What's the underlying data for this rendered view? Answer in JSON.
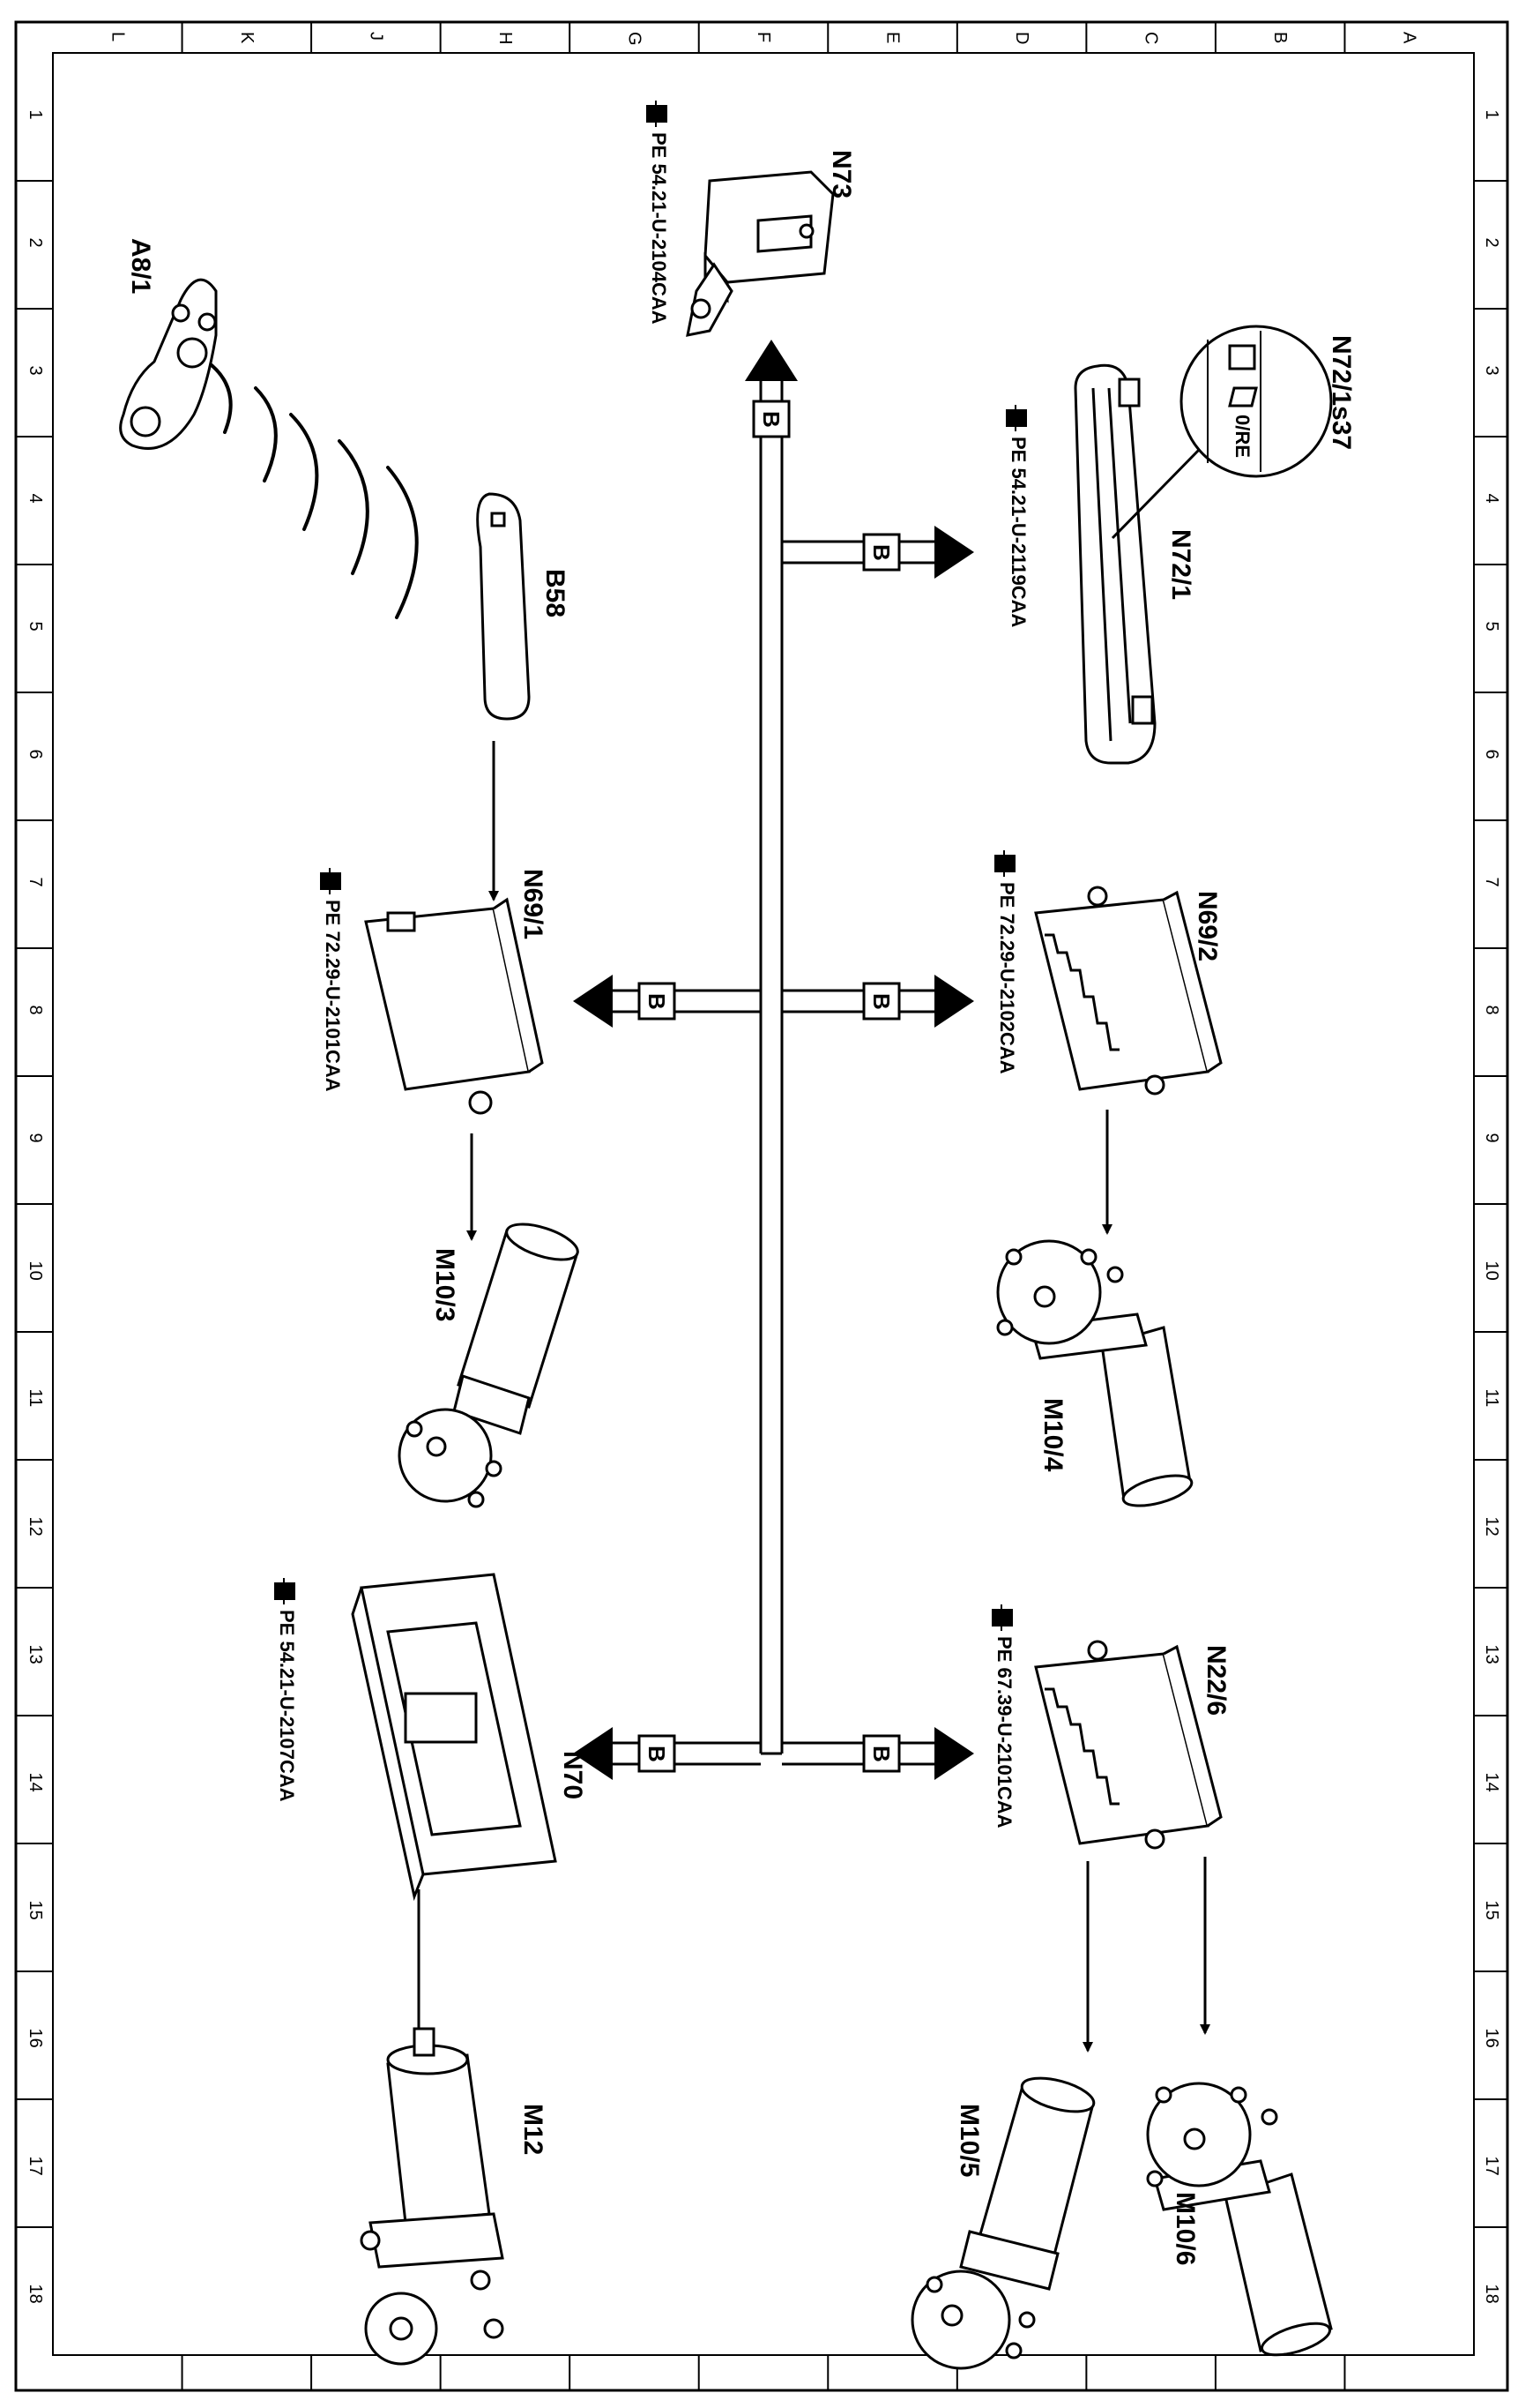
{
  "zones": {
    "columns": [
      "L",
      "K",
      "J",
      "H",
      "G",
      "F",
      "E",
      "D",
      "C",
      "B",
      "A"
    ],
    "rows": [
      "1",
      "2",
      "3",
      "4",
      "5",
      "6",
      "7",
      "8",
      "9",
      "10",
      "11",
      "12",
      "13",
      "14",
      "15",
      "16",
      "17",
      "18"
    ]
  },
  "bus": {
    "label": "B"
  },
  "components": [
    {
      "id": "A8/1",
      "label": "A8/1",
      "icon": "remote-key-icon",
      "ref": ""
    },
    {
      "id": "B58",
      "label": "B58",
      "icon": "door-handle-sensor-icon",
      "ref": ""
    },
    {
      "id": "N73",
      "label": "N73",
      "icon": "ignition-switch-icon",
      "ref": "PE 54.21-U-2104CAA"
    },
    {
      "id": "N72/1",
      "label": "N72/1",
      "icon": "control-panel-icon",
      "ref": "PE 54.21-U-2119CAA"
    },
    {
      "id": "N72/1s37",
      "label": "N72/1s37",
      "icon": "switch-callout-icon",
      "ref": "",
      "switch_text": "0/RE"
    },
    {
      "id": "N69/1",
      "label": "N69/1",
      "icon": "control-module-icon",
      "ref": "PE 72.29-U-2101CAA"
    },
    {
      "id": "N69/2",
      "label": "N69/2",
      "icon": "control-module-icon",
      "ref": "PE 72.29-U-2102CAA"
    },
    {
      "id": "M10/3",
      "label": "M10/3",
      "icon": "motor-icon",
      "ref": ""
    },
    {
      "id": "M10/4",
      "label": "M10/4",
      "icon": "motor-icon",
      "ref": ""
    },
    {
      "id": "N70",
      "label": "N70",
      "icon": "overhead-control-panel-icon",
      "ref": "PE 54.21-U-2107CAA"
    },
    {
      "id": "N22/6",
      "label": "N22/6",
      "icon": "control-module-icon",
      "ref": "PE 67.39-U-2101CAA"
    },
    {
      "id": "M12",
      "label": "M12",
      "icon": "motor-icon",
      "ref": ""
    },
    {
      "id": "M10/5",
      "label": "M10/5",
      "icon": "motor-icon",
      "ref": ""
    },
    {
      "id": "M10/6",
      "label": "M10/6",
      "icon": "motor-icon",
      "ref": ""
    }
  ],
  "reference_icon": "pointing-hand-icon",
  "colors": {
    "line": "#000000",
    "paper": "#ffffff"
  }
}
